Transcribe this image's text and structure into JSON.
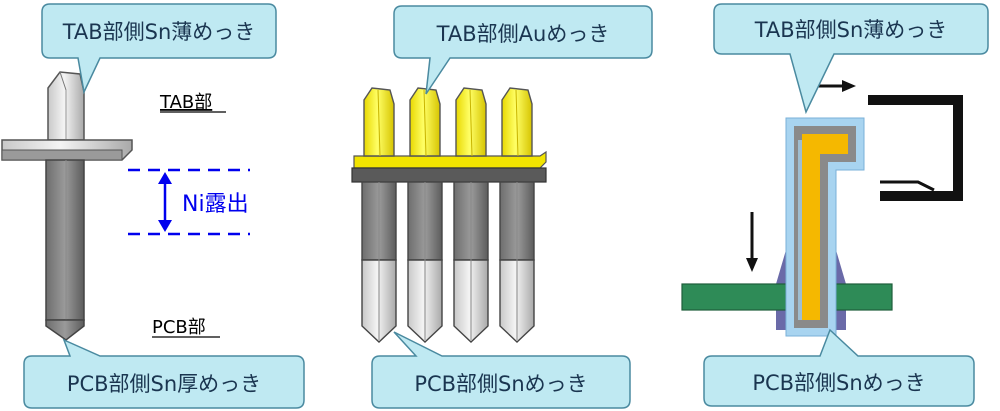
{
  "callouts": {
    "left_top": "TAB部側Sn薄めっき",
    "left_bottom": "PCB部側Sn厚めっき",
    "mid_top": "TAB部側Auめっき",
    "mid_bottom": "PCB部側Snめっき",
    "right_top": "TAB部側Sn薄めっき",
    "right_bottom": "PCB部側Snめっき"
  },
  "labels": {
    "tab_part": "TAB部",
    "pcb_part": "PCB部",
    "ni_exposed": "Ni露出"
  },
  "colors": {
    "callout_fill": "#bfe9f2",
    "callout_stroke": "#4a8aa0",
    "callout_text": "#1a3550",
    "annotation_blue": "#0000ee",
    "pin_gray_dark": "#808080",
    "pin_silver": "#e0e0e0",
    "gold": "#ffff33",
    "pcb_green": "#2e8b57",
    "plating_blue": "#a8d4f0",
    "solder_purple": "#6a6aa8",
    "core_orange": "#f5b800"
  }
}
